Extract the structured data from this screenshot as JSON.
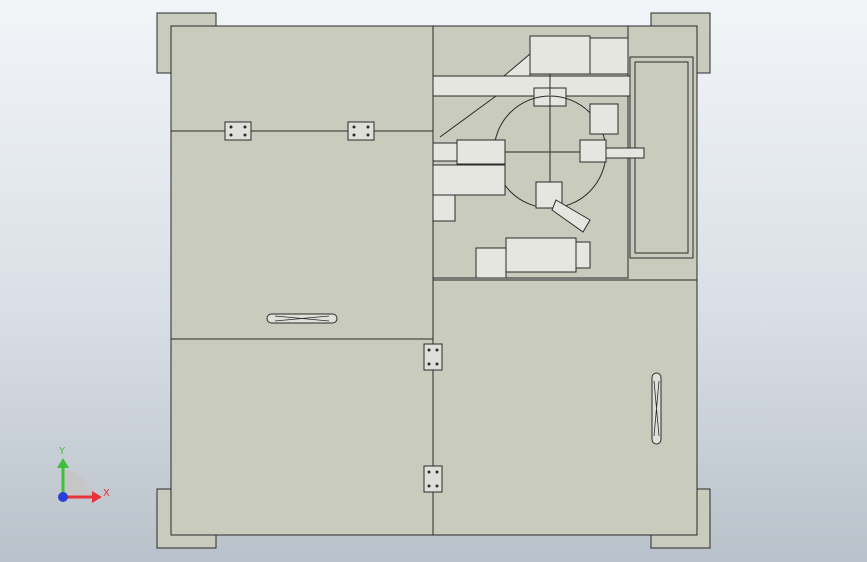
{
  "app": {
    "view_name": "cad-front-view"
  },
  "triad": {
    "x_label": "X",
    "y_label": "Y",
    "x_color": "#e8323a",
    "y_color": "#3fbf3a",
    "z_color": "#2a3fd8"
  },
  "colors": {
    "panel_fill": "#c9cbbd",
    "edge": "#2a2a2a",
    "mechanism_fill": "#e6e6e0",
    "background_top": "#f2f5f8",
    "background_bottom": "#b9c1ca"
  }
}
